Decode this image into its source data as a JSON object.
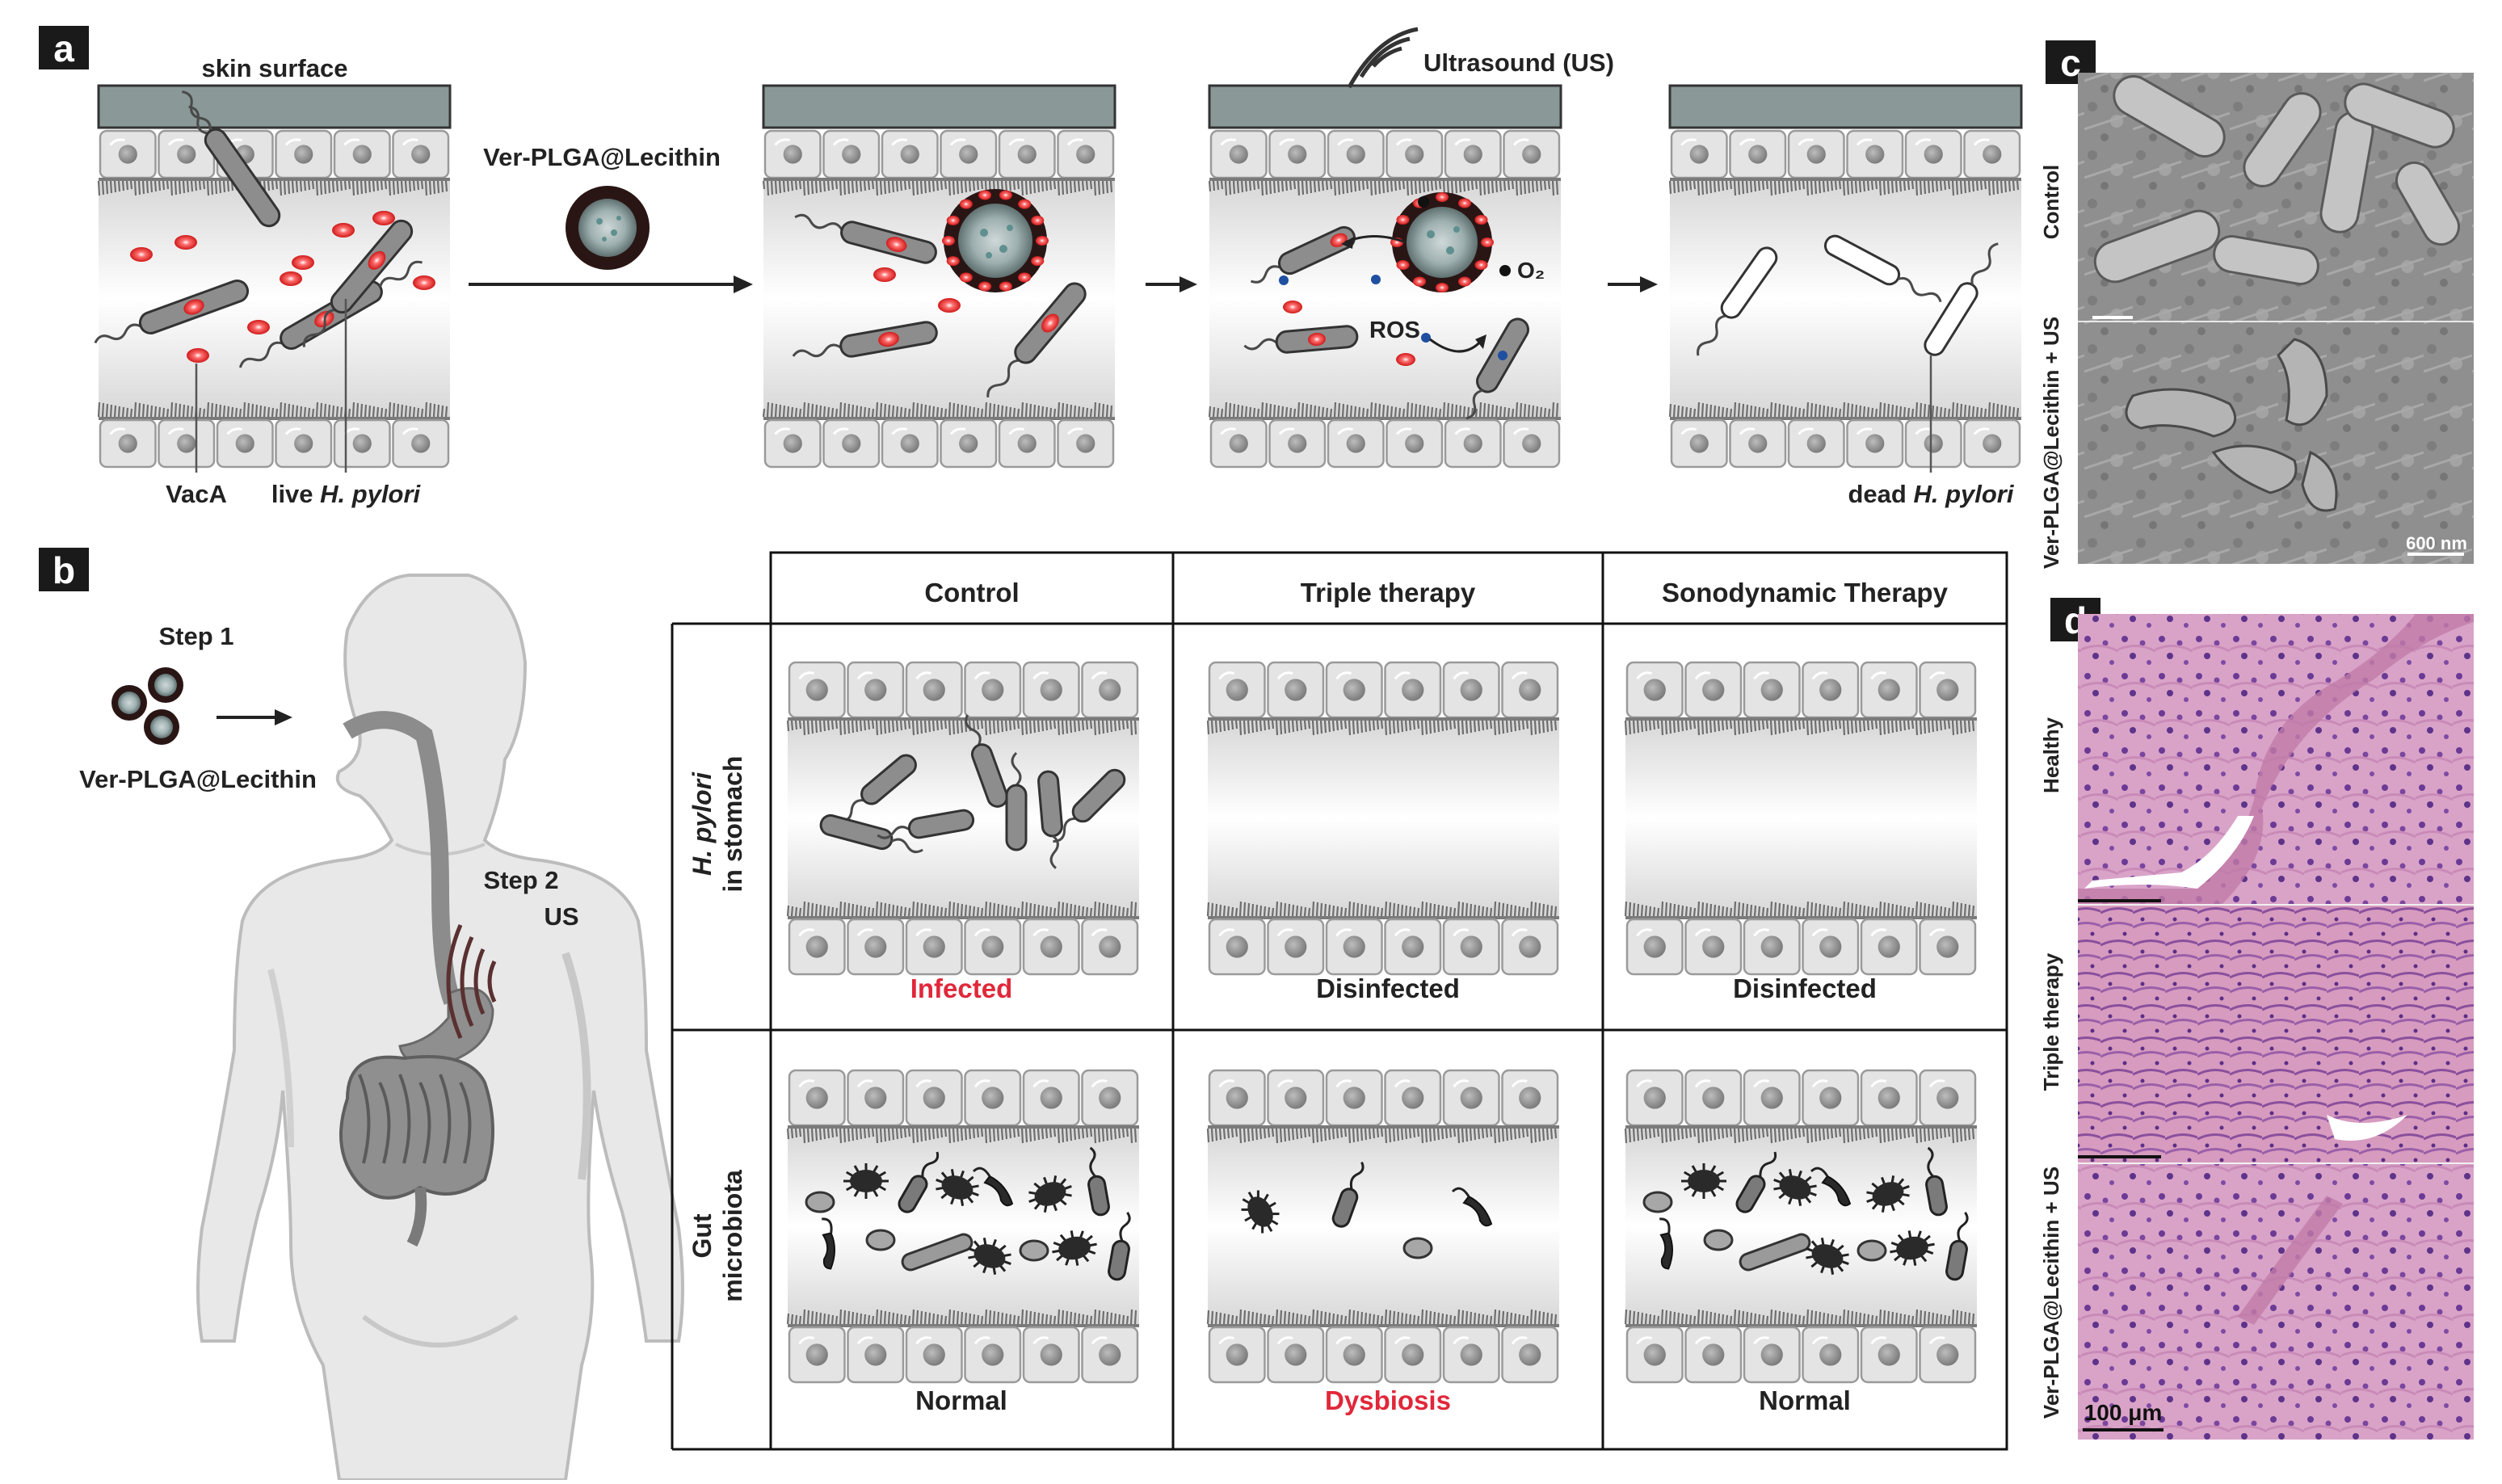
{
  "panel_a": {
    "letter": "a",
    "skin_surface": "skin surface",
    "agent_label": "Ver-PLGA@Lecithin",
    "ultrasound_label": "Ultrasound (US)",
    "o2_label": "O₂",
    "ros_label": "ROS",
    "vaca_label": "VacA",
    "live_prefix": "live ",
    "pylori_italic": "H. pylori",
    "dead_prefix": "dead "
  },
  "panel_b": {
    "letter": "b",
    "step1": "Step 1",
    "step2": "Step 2",
    "us": "US",
    "agent_label": "Ver-PLGA@Lecithin",
    "columns": [
      "Control",
      "Triple therapy",
      "Sonodynamic Therapy"
    ],
    "row1_label_italic": "H. pylori",
    "row1_label_rest": "in stomach",
    "row2_label_line1": "Gut",
    "row2_label_line2": "microbiota",
    "row1_status": [
      "Infected",
      "Disinfected",
      "Disinfected"
    ],
    "row2_status": [
      "Normal",
      "Dysbiosis",
      "Normal"
    ]
  },
  "panel_c": {
    "letter": "c",
    "top_label": "Control",
    "bottom_label": "Ver-PLGA@Lecithin + US",
    "scale": "600 nm"
  },
  "panel_d": {
    "letter": "d",
    "labels": [
      "Healthy",
      "Triple therapy",
      "Ver-PLGA@Lecithin + US"
    ],
    "scale": "100 μm"
  },
  "colors": {
    "red_text": "#e0283a",
    "skin_gray": "#8a9898",
    "cell_fill": "#e4e4e4",
    "microvilli": "#6e6e6e",
    "he_pink": "#d69cc4",
    "he_purple": "#6a3a94",
    "sem_gray": "#9a9a9a"
  }
}
